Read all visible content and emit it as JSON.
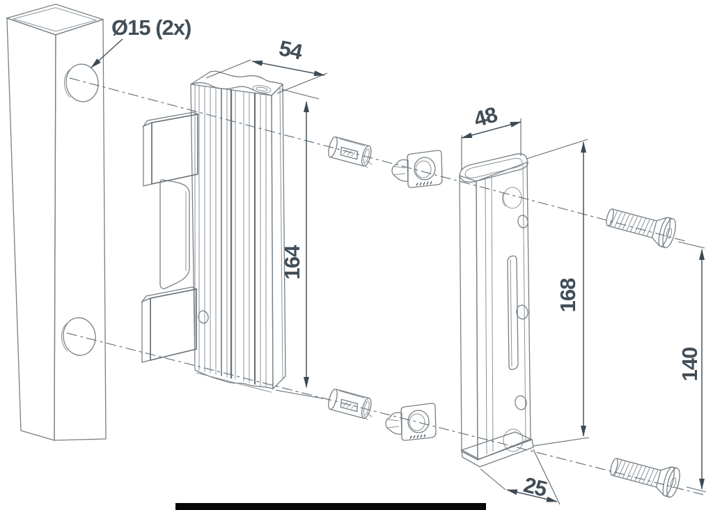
{
  "diagram": {
    "labels": {
      "hole_diameter": "Ø15 (2x)",
      "profile_depth": "54",
      "profile_height": "164",
      "keeper_width": "48",
      "keeper_height": "168",
      "screw_spacing": "140",
      "keeper_depth": "25"
    },
    "colors": {
      "background": "#ffffff",
      "line": "#7e878d",
      "dimension": "#45525c",
      "text": "#414e58",
      "rib": "#3f3f3f",
      "bottom_bar": "#060606"
    },
    "parts": [
      {
        "name": "square-post"
      },
      {
        "name": "lock-profile"
      },
      {
        "name": "clamp-block-upper"
      },
      {
        "name": "clamp-block-lower"
      },
      {
        "name": "slotted-insert-upper"
      },
      {
        "name": "slotted-insert-lower"
      },
      {
        "name": "threaded-bush-upper"
      },
      {
        "name": "threaded-bush-lower"
      },
      {
        "name": "keeper-body"
      },
      {
        "name": "countersunk-screw-upper"
      },
      {
        "name": "countersunk-screw-lower"
      }
    ]
  }
}
